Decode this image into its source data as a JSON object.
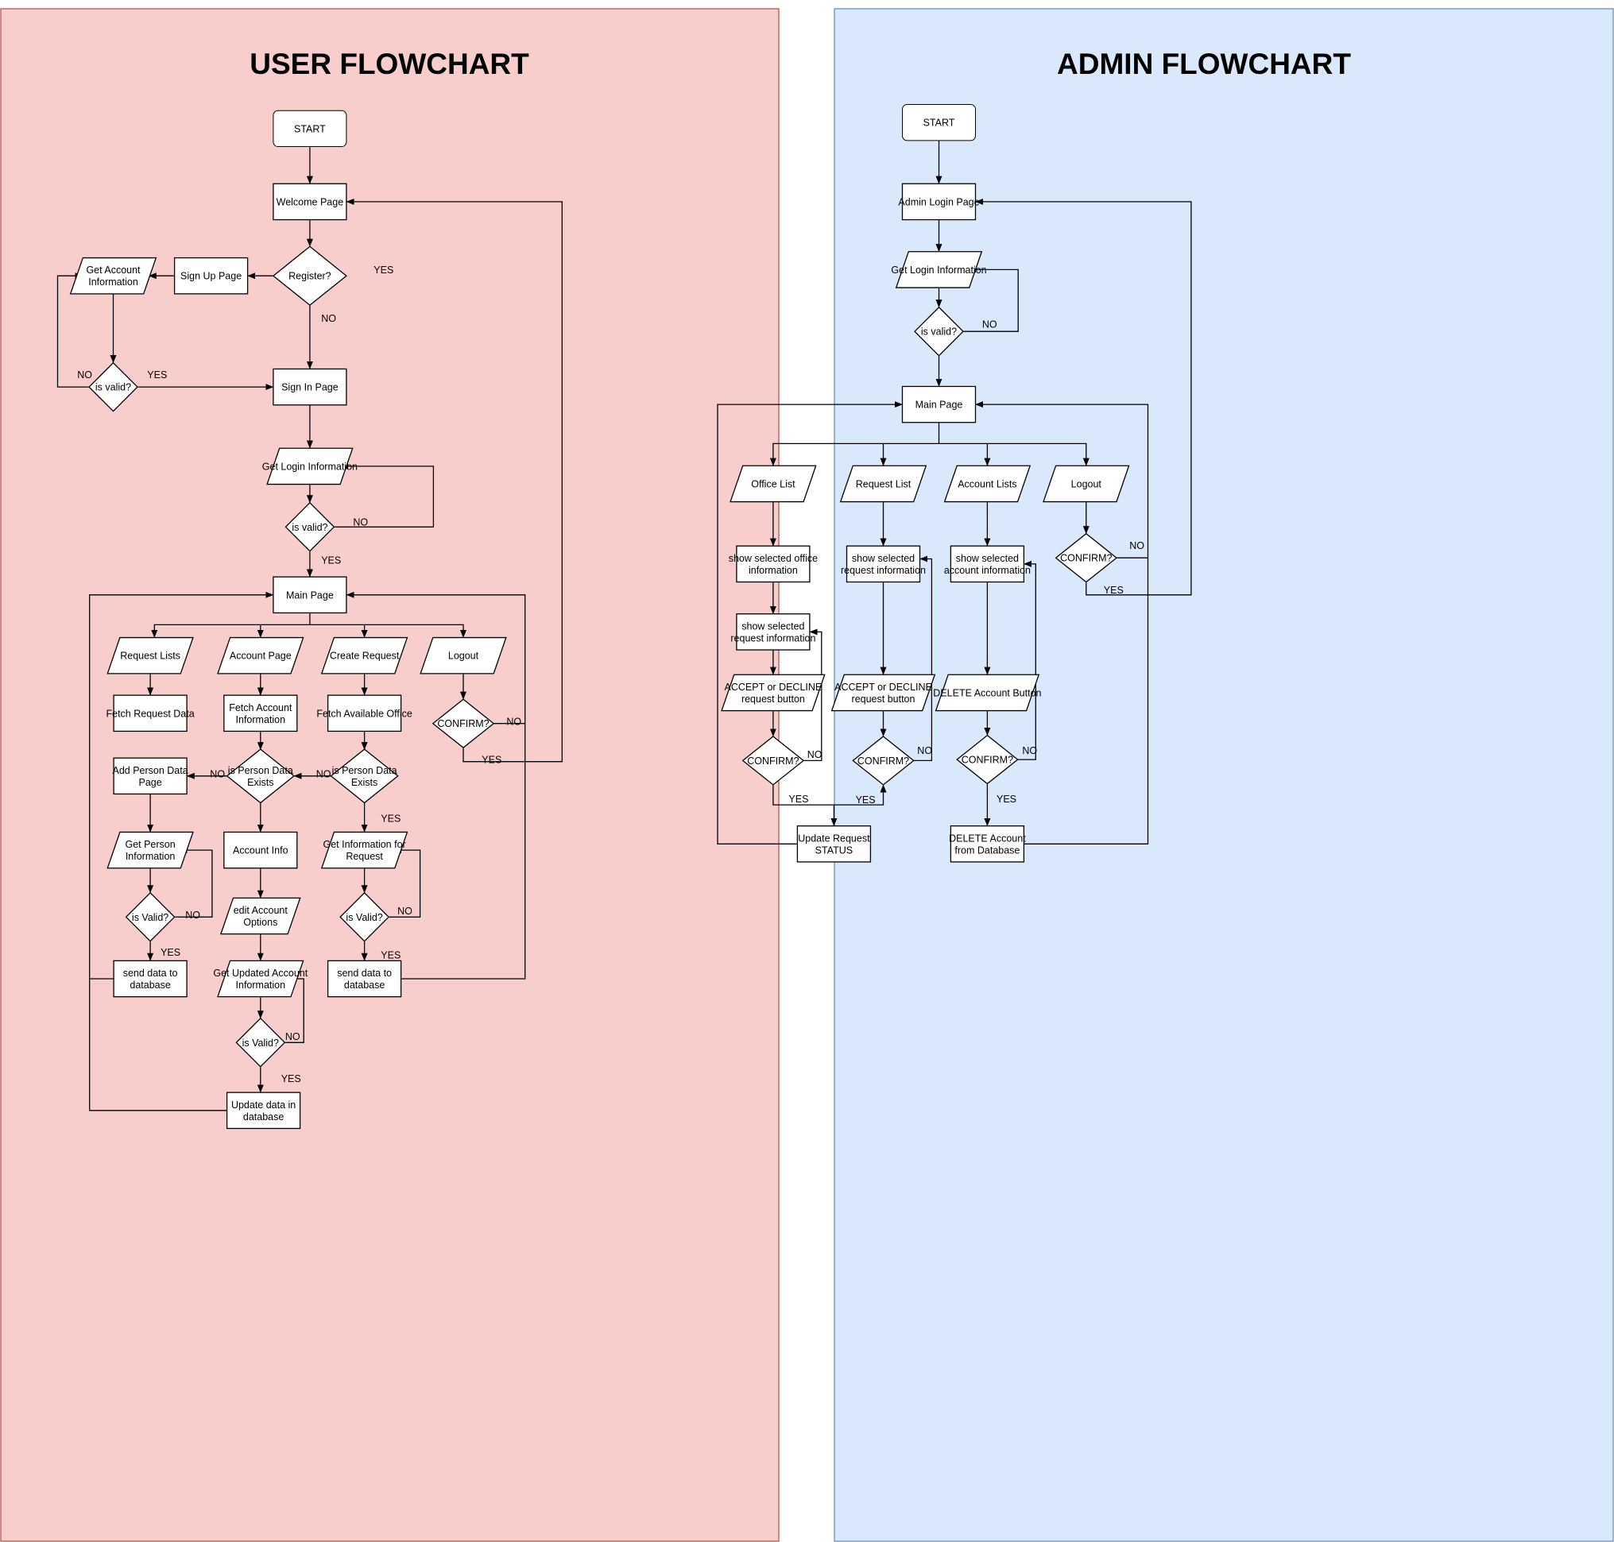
{
  "colors": {
    "user_panel_fill": "#f8cecc",
    "user_panel_stroke": "#b85450",
    "admin_panel_fill": "#dae8fc",
    "admin_panel_stroke": "#6c8ebf",
    "start_fill": "#dae8fc",
    "start_stroke": "#6c8ebf",
    "node_fill": "#ffffff",
    "line": "#000000"
  },
  "user": {
    "title": "USER FLOWCHART",
    "nodes": {
      "start": "START",
      "welcome": "Welcome Page",
      "register": "Register?",
      "signup": "Sign Up Page",
      "get_account": "Get Account\nInformation",
      "valid1": "is valid?",
      "signin": "Sign In Page",
      "get_login": "Get Login Information",
      "valid2": "is valid?",
      "main": "Main Page",
      "req_lists": "Request Lists",
      "acc_page": "Account Page",
      "create_req": "Create Request",
      "logout": "Logout",
      "fetch_req": "Fetch Request Data",
      "fetch_acc": "Fetch Account\nInformation",
      "fetch_office": "Fetch Available Office",
      "confirm": "CONFIRM?",
      "add_person": "Add Person Data\nPage",
      "person_exists1": "is Person Data\nExists",
      "person_exists2": "is Person Data\nExists",
      "get_person": "Get Person\nInformation",
      "acc_info": "Account Info",
      "get_info_req": "Get Information for\nRequest",
      "valid3": "is Valid?",
      "edit_acc": "edit Account\nOptions",
      "valid4": "is Valid?",
      "send1": "send data to\ndatabase",
      "get_updated": "Get Updated Account\nInformation",
      "send2": "send data to\ndatabase",
      "valid5": "is Valid?",
      "update_db": "Update data in\ndatabase"
    },
    "labels": {
      "register_yes": "YES",
      "register_no": "NO",
      "valid1_no": "NO",
      "valid1_yes": "YES",
      "valid2_no": "NO",
      "valid2_yes": "YES",
      "confirm_no": "NO",
      "confirm_yes": "YES",
      "exists1_no": "NO",
      "exists2_no": "NO",
      "exists2_yes": "YES",
      "valid3_no": "NO",
      "valid3_yes": "YES",
      "valid4_no": "NO",
      "valid4_yes": "YES",
      "valid5_no": "NO",
      "valid5_yes": "YES"
    }
  },
  "admin": {
    "title": "ADMIN FLOWCHART",
    "nodes": {
      "start": "START",
      "login": "Admin Login Page",
      "get_login": "Get Login Information",
      "valid": "is valid?",
      "main": "Main Page",
      "office_list": "Office List",
      "request_list": "Request List",
      "account_lists": "Account Lists",
      "logout": "Logout",
      "show_office": "show selected office\ninformation",
      "show_req2": "show selected\nrequest information",
      "show_account": "show selected\naccount information",
      "confirm_logout": "CONFIRM?",
      "show_req1": "show selected\nrequest information",
      "accept1": "ACCEPT or DECLINE\nrequest button",
      "accept2": "ACCEPT or DECLINE\nrequest button",
      "delete_btn": "DELETE Account Button",
      "confirm1": "CONFIRM?",
      "confirm2": "CONFIRM?",
      "confirm3": "CONFIRM?",
      "update_status": "Update Request\nSTATUS",
      "delete_db": "DELETE Account\nfrom Database"
    },
    "labels": {
      "valid_no": "NO",
      "logout_no": "NO",
      "logout_yes": "YES",
      "confirm1_no": "NO",
      "confirm1_yes": "YES",
      "confirm2_no": "NO",
      "confirm2_yes": "YES",
      "confirm3_no": "NO",
      "confirm3_yes": "YES"
    }
  }
}
